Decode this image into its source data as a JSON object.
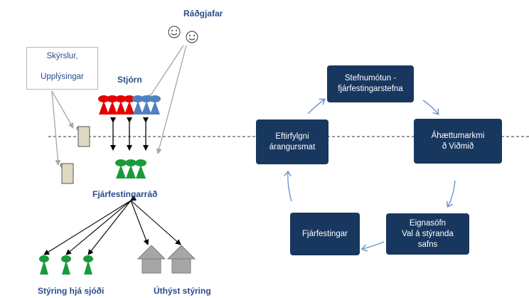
{
  "left": {
    "advisors_label": "Ráðgjafar",
    "board_label": "Stjórn",
    "info_box": {
      "line1": "Skýrslur,",
      "line2": "Upplýsingar"
    },
    "committee_label": "Fjárfestingarráð",
    "internal_label": "Stýring hjá sjóði",
    "external_label": "Úthýst stýring"
  },
  "cycle": {
    "boxes": [
      {
        "id": "policy",
        "lines": [
          "Stefnumótun -",
          "fjárfestingarstefna"
        ]
      },
      {
        "id": "risk",
        "lines": [
          "Áhættumarkmi",
          "ð Viðmið"
        ]
      },
      {
        "id": "portfolios",
        "lines": [
          "Eignasöfn",
          "Val á stýranda",
          "safns"
        ]
      },
      {
        "id": "investments",
        "lines": [
          "Fjárfestingar"
        ]
      },
      {
        "id": "monitoring",
        "lines": [
          "Eftirfylgni",
          "árangursmat"
        ]
      }
    ]
  },
  "colors": {
    "red": "#e60000",
    "blue": "#4f81bd",
    "green": "#1a9a3a",
    "navy": "#17375e",
    "label_blue": "#2a4c8a",
    "gray_house": "#a6a6a6"
  }
}
